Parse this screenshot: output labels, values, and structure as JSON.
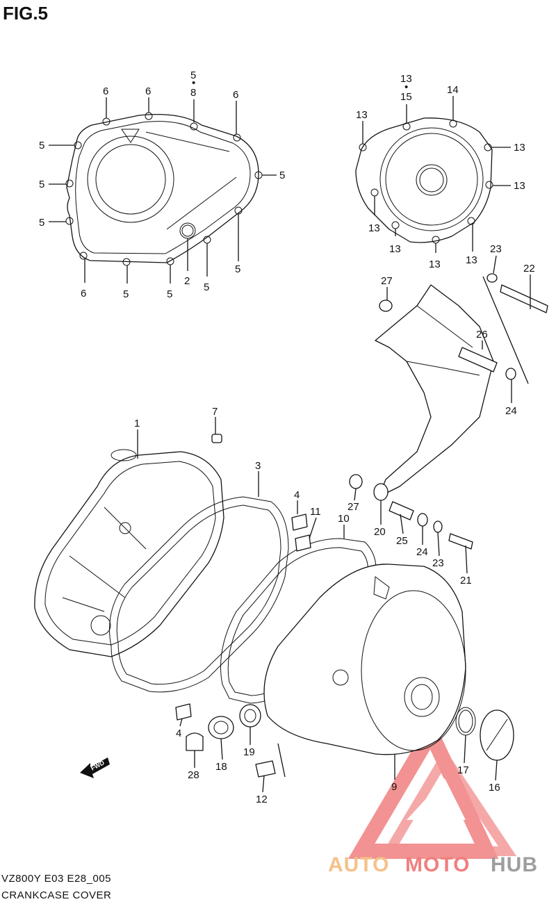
{
  "figure_title": "FIG.5",
  "model_code": "VZ800Y E03 E28_005",
  "caption": "CRANKCASE COVER",
  "fwd_label": "FWD",
  "watermark": {
    "text_a": "AUTO",
    "text_b": "MOTO",
    "text_c": "HUB",
    "colors": {
      "a": "#f5c18a",
      "b": "#f07f7f",
      "c": "#9e9e9e"
    }
  },
  "callouts": {
    "c6a": "6",
    "c6b": "6",
    "c58top": "5",
    "c58dot": "•",
    "c58bot": "8",
    "c6c": "6",
    "c5l1": "5",
    "c5l2": "5",
    "c5l3": "5",
    "c5r": "5",
    "c6d": "6",
    "c5b1": "5",
    "c5b2": "5",
    "c2": "2",
    "c5b3": "5",
    "c5b4": "5",
    "c13top": "13",
    "c13dot": "•",
    "c15": "15",
    "c14": "14",
    "c13a": "13",
    "c13b": "13",
    "c13c": "13",
    "c13d": "13",
    "c13e": "13",
    "c13f": "13",
    "c13g": "13",
    "c23a": "23",
    "c22": "22",
    "c27a": "27",
    "c26": "26",
    "c24a": "24",
    "c7": "7",
    "c1": "1",
    "c3": "3",
    "c4a": "4",
    "c11": "11",
    "c10": "10",
    "c27b": "27",
    "c20": "20",
    "c25": "25",
    "c24b": "24",
    "c23b": "23",
    "c21": "21",
    "c4b": "4",
    "c28": "28",
    "c18": "18",
    "c19": "19",
    "c12": "12",
    "c9": "9",
    "c17": "17",
    "c16": "16"
  }
}
